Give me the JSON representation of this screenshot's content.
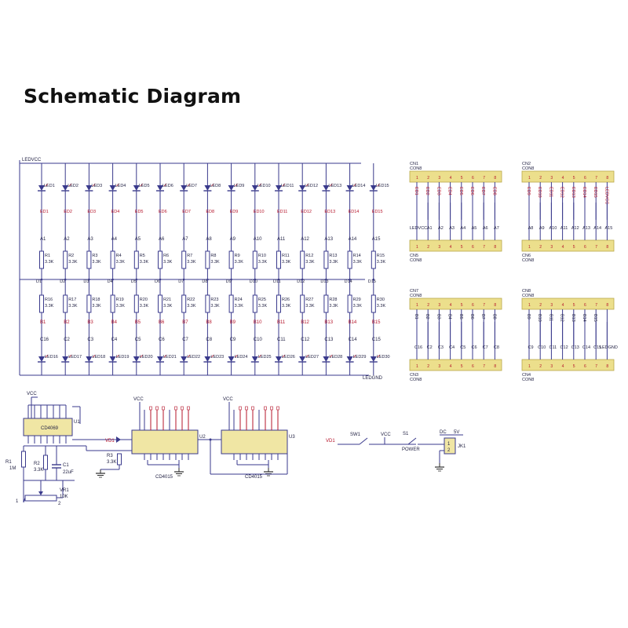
{
  "page": {
    "title": "Schematic Diagram"
  },
  "colors": {
    "wire": "#3a3a8c",
    "label_red": "#b5142a",
    "label_dark": "#222244",
    "header_fill": "#ecdf8c",
    "ic_fill": "#f0e6a4",
    "ground": "#2a2a2a"
  },
  "matrix": {
    "vcc_net": "LEDVCC",
    "gnd_net": "LEDGND",
    "bus_label": "D",
    "columns": [
      {
        "led_top": "LED1",
        "net_top": "ED1",
        "a": "A1",
        "r_top": "R1",
        "r_bot": "R16",
        "b": "B1",
        "c": "C16"
      },
      {
        "led_top": "LED2",
        "net_top": "ED2",
        "a": "A2",
        "r_top": "R2",
        "r_bot": "R17",
        "b": "B2",
        "c": "C2"
      },
      {
        "led_top": "LED3",
        "net_top": "ED3",
        "a": "A3",
        "r_top": "R3",
        "r_bot": "R18",
        "b": "B3",
        "c": "C3"
      },
      {
        "led_top": "LED4",
        "net_top": "ED4",
        "a": "A4",
        "r_top": "R4",
        "r_bot": "R19",
        "b": "B4",
        "c": "C4"
      },
      {
        "led_top": "LED5",
        "net_top": "ED5",
        "a": "A5",
        "r_top": "R5",
        "r_bot": "R20",
        "b": "B5",
        "c": "C5"
      },
      {
        "led_top": "LED6",
        "net_top": "ED6",
        "a": "A6",
        "r_top": "R6",
        "r_bot": "R21",
        "b": "B6",
        "c": "C6"
      },
      {
        "led_top": "LED7",
        "net_top": "ED7",
        "a": "A7",
        "r_top": "R7",
        "r_bot": "R22",
        "b": "B7",
        "c": "C7"
      },
      {
        "led_top": "LED8",
        "net_top": "ED8",
        "a": "A8",
        "r_top": "R8",
        "r_bot": "R23",
        "b": "B8",
        "c": "C8"
      },
      {
        "led_top": "LED9",
        "net_top": "ED9",
        "a": "A9",
        "r_top": "R9",
        "r_bot": "R24",
        "b": "B9",
        "c": "C9"
      },
      {
        "led_top": "LED10",
        "net_top": "ED10",
        "a": "A10",
        "r_top": "R10",
        "r_bot": "R25",
        "b": "B10",
        "c": "C10"
      },
      {
        "led_top": "LED11",
        "net_top": "ED11",
        "a": "A11",
        "r_top": "R11",
        "r_bot": "R26",
        "b": "B11",
        "c": "C11"
      },
      {
        "led_top": "LED12",
        "net_top": "ED12",
        "a": "A12",
        "r_top": "R12",
        "r_bot": "R27",
        "b": "B12",
        "c": "C12"
      },
      {
        "led_top": "LED13",
        "net_top": "ED13",
        "a": "A13",
        "r_top": "R13",
        "r_bot": "R28",
        "b": "B13",
        "c": "C13"
      },
      {
        "led_top": "LED14",
        "net_top": "ED14",
        "a": "A14",
        "r_top": "R14",
        "r_bot": "R29",
        "b": "B14",
        "c": "C14"
      },
      {
        "led_top": "LED15",
        "net_top": "ED15",
        "a": "A15",
        "r_top": "R15",
        "r_bot": "R30",
        "b": "B15",
        "c": "C15"
      }
    ],
    "resistor_value": "3.3K",
    "led_bottom_prefix": "LED"
  },
  "connectors": [
    {
      "id": "CN1",
      "type": "CON8",
      "pins": [
        "ED1",
        "ED2",
        "ED3",
        "ED4",
        "ED5",
        "ED6",
        "ED7",
        "ED8"
      ],
      "pin_color": "red"
    },
    {
      "id": "CN2",
      "type": "CON8",
      "pins": [
        "ED9",
        "ED10",
        "ED11",
        "ED12",
        "ED13",
        "ED14",
        "ED15",
        "LEDVCC"
      ],
      "pin_color": "red"
    },
    {
      "id": "CN5",
      "type": "CON8",
      "pins": [
        "LEDVCC",
        "A1",
        "A2",
        "A3",
        "A4",
        "A5",
        "A6",
        "A7"
      ],
      "pin_color": "dark"
    },
    {
      "id": "CN6",
      "type": "CON8",
      "pins": [
        "A8",
        "A9",
        "A10",
        "A11",
        "A12",
        "A13",
        "A14",
        "A15"
      ],
      "pin_color": "dark"
    },
    {
      "id": "CN7",
      "type": "CON8",
      "pins": [
        "B1",
        "B2",
        "B3",
        "B4",
        "B5",
        "B6",
        "B7",
        "B8"
      ],
      "pin_color": "dark"
    },
    {
      "id": "CN8",
      "type": "CON8",
      "pins": [
        "B9",
        "B10",
        "B11",
        "B12",
        "B13",
        "B14",
        "B15",
        ""
      ],
      "pin_color": "dark"
    },
    {
      "id": "CN3",
      "type": "CON8",
      "pins": [
        "C16",
        "C2",
        "C3",
        "C4",
        "C5",
        "C6",
        "C7",
        "C8"
      ],
      "pin_color": "dark"
    },
    {
      "id": "CN4",
      "type": "CON8",
      "pins": [
        "C9",
        "C10",
        "C11",
        "C12",
        "C13",
        "C14",
        "C15",
        "LEDGND"
      ],
      "pin_color": "dark"
    }
  ],
  "timer": {
    "ic": "CD4069",
    "ref": "U1",
    "vcc": "VCC",
    "r1": "R1",
    "r1_val": "1M",
    "r2": "R2",
    "r2_val": "3.3K",
    "c1": "C1",
    "c1_val": "22uF",
    "vr": "VR1",
    "vr_val": "10K",
    "pin1": "1",
    "pin2": "2"
  },
  "counters": [
    {
      "ref": "U2",
      "part": "CD4015",
      "vcc": "VCC"
    },
    {
      "ref": "U3",
      "part": "CD4015",
      "vcc": "VCC"
    }
  ],
  "misc": {
    "vd1": "VD1",
    "r3": "R3",
    "r3_val": "3.3K",
    "vd_sw": "VD1",
    "sw1": "SW1",
    "vcc": "VCC",
    "s1": "S1",
    "power": "POWER",
    "dc": "DC",
    "dc_val": "5V",
    "jack": "JK1",
    "jack_p1": "1",
    "jack_p2": "2"
  }
}
